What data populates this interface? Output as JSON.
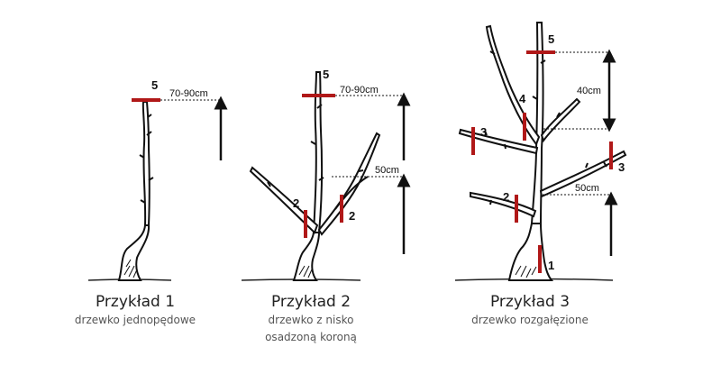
{
  "examples": [
    {
      "title": "Przykład 1",
      "subtitle_lines": [
        "drzewko jednopędowe"
      ],
      "labels": {
        "cut_top": "5",
        "height": "70-90cm"
      }
    },
    {
      "title": "Przykład 2",
      "subtitle_lines": [
        "drzewko z nisko",
        "osadzoną koroną"
      ],
      "labels": {
        "cut_top": "5",
        "height": "70-90cm",
        "branch_height": "50cm",
        "cut_branch_left": "2",
        "cut_branch_right": "2"
      }
    },
    {
      "title": "Przykład 3",
      "subtitle_lines": [
        "drzewko rozgałęzione"
      ],
      "labels": {
        "cut_top": "5",
        "cut_leader": "4",
        "top_span": "40cm",
        "cut_left_upper": "3",
        "cut_right": "3",
        "cut_left_lower": "2",
        "branch_height": "50cm",
        "cut_base": "1"
      }
    }
  ],
  "colors": {
    "cut_mark": "#b01818",
    "ink": "#111111"
  }
}
